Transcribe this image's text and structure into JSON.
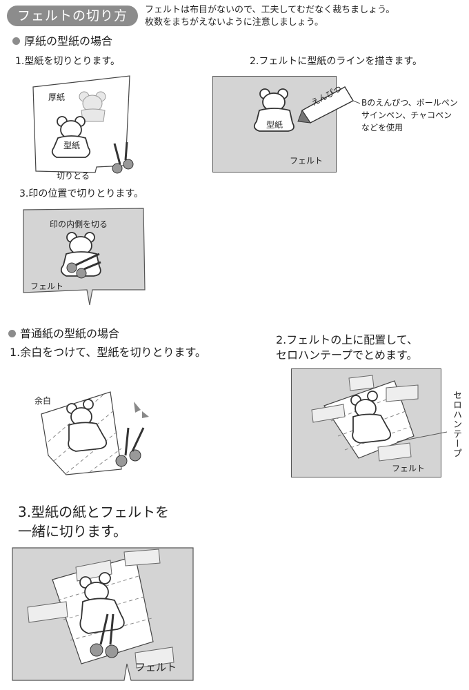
{
  "header": {
    "title": "フェルトの切り方",
    "intro_line1": "フェルトは布目がないので、工夫してむだなく裁ちましょう。",
    "intro_line2": "枚数をまちがえないように注意しましょう。"
  },
  "thick": {
    "heading": "厚紙の型紙の場合",
    "step1": "1.型紙を切りとります。",
    "step2": "2.フェルトに型紙のラインを描きます。",
    "step3": "3.印の位置で切りとります。",
    "label_thick": "厚紙",
    "label_pattern": "型紙",
    "label_cut": "切りとる",
    "label_pattern2": "型紙",
    "pencil_text": "えんぴつ",
    "tools_line1": "Bのえんぴつ、ボールペン",
    "tools_line2": "サインペン、チャコペン",
    "tools_line3": "などを使用",
    "label_felt": "フェルト",
    "label_inner": "印の内側を切る",
    "label_felt2": "フェルト"
  },
  "plain": {
    "heading": "普通紙の型紙の場合",
    "step1": "1.余白をつけて、型紙を切りとります。",
    "step2_line1": "2.フェルトの上に配置して、",
    "step2_line2": "セロハンテープでとめます。",
    "step3_line1": "3.型紙の紙とフェルトを",
    "step3_line2": "一緒に切ります。",
    "label_margin": "余白",
    "label_tape": "セロハンテープ",
    "label_felt": "フェルト",
    "label_felt2": "フェルト"
  }
}
